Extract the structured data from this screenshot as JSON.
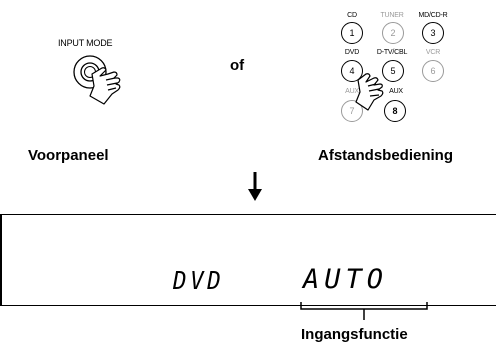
{
  "front_panel": {
    "button_label": "INPUT MODE",
    "caption": "Voorpaneel"
  },
  "connector": "of",
  "remote": {
    "caption": "Afstandsbediening",
    "buttons": [
      {
        "label": "CD",
        "number": "1",
        "state": "normal"
      },
      {
        "label": "TUNER",
        "number": "2",
        "state": "dim"
      },
      {
        "label": "MD/CD-R",
        "number": "3",
        "state": "normal"
      },
      {
        "label": "DVD",
        "number": "4",
        "state": "normal"
      },
      {
        "label": "D-TV/CBL",
        "number": "5",
        "state": "normal"
      },
      {
        "label": "VCR",
        "number": "6",
        "state": "dim"
      },
      {
        "label": "AUX",
        "number": "7",
        "state": "dim"
      },
      {
        "label": "AUX",
        "number": "8",
        "state": "active"
      }
    ]
  },
  "display": {
    "source_text": "DVD",
    "mode_text": "AUTO",
    "pointer_label": "Ingangsfunctie"
  },
  "colors": {
    "ink": "#000000",
    "dim": "#9a9a9a",
    "background": "#ffffff"
  }
}
